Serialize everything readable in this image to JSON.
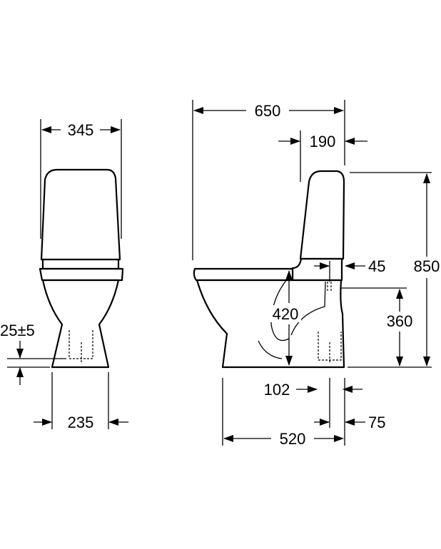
{
  "front_view": {
    "width_label": "345",
    "floor_offset_label": "25±5",
    "base_width_label": "235"
  },
  "side_view": {
    "depth_label": "650",
    "tank_depth_label": "190",
    "tank_offset_label": "45",
    "height_label": "850",
    "seat_height_label": "420",
    "inlet_height_label": "360",
    "drain_offset_label": "102",
    "drain_width_label": "75",
    "base_depth_label": "520"
  },
  "colors": {
    "line": "#000000",
    "background": "#ffffff"
  }
}
